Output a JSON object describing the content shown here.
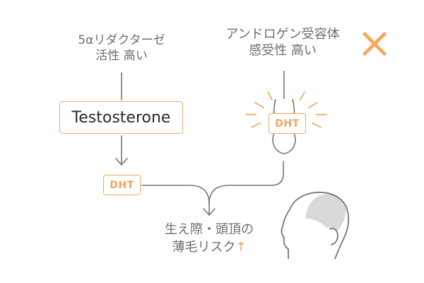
{
  "colors": {
    "accent": "#f5a862",
    "line": "#777777",
    "text": "#6e6e6e",
    "head_fill": "#d9d9d9"
  },
  "labels": {
    "reductase_line1": "5αリダクターゼ",
    "reductase_line2": "活性 高い",
    "androgen_line1": "アンドロゲン受容体",
    "androgen_line2": "感受性 高い",
    "testosterone": "Testosterone",
    "dht_left": "DHT",
    "dht_right": "DHT",
    "result_line1": "生え際・頭頂の",
    "result_line2": "薄毛リスク",
    "result_arrow": "↑"
  },
  "icons": {
    "close": "close-x-icon",
    "hair_follicle": "hair-follicle-icon",
    "head": "bald-head-icon"
  }
}
